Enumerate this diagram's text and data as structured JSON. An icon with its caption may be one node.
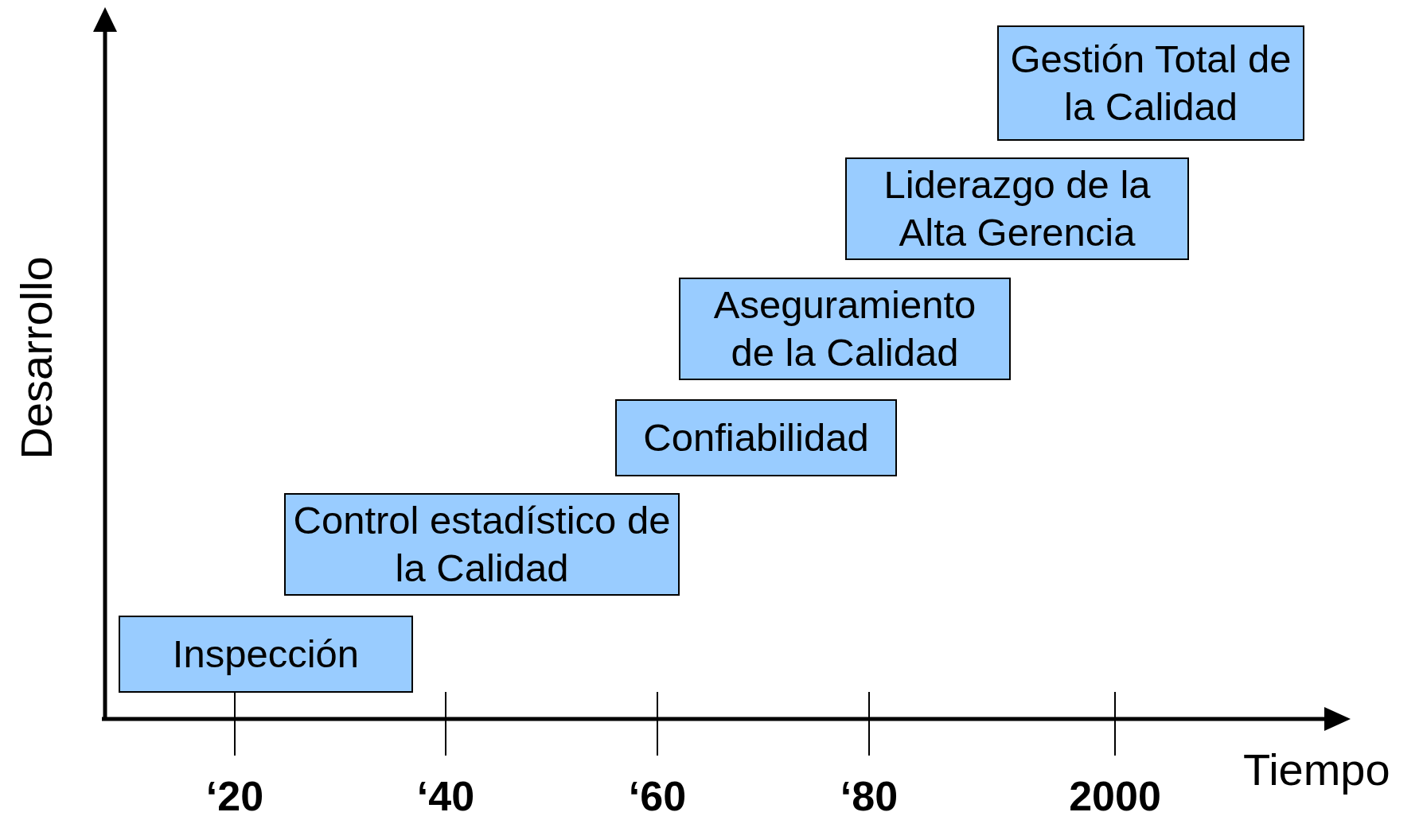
{
  "diagram": {
    "nodes": [
      {
        "text": [
          "Inspección"
        ]
      },
      {
        "text": [
          "Control estadístico de la Calidad"
        ]
      },
      {
        "text": [
          "Confiabilidad"
        ]
      },
      {
        "text": [
          "Aseguramiento de la Calidad"
        ]
      },
      {
        "text": [
          "Liderazgo de la Alta Gerencia"
        ]
      },
      {
        "text": [
          "Gestión Total de la Calidad"
        ]
      }
    ],
    "labels": [
      "Desarrollo",
      "‘20",
      "‘40",
      "‘60",
      "‘80",
      "2000",
      "Tiempo"
    ]
  }
}
